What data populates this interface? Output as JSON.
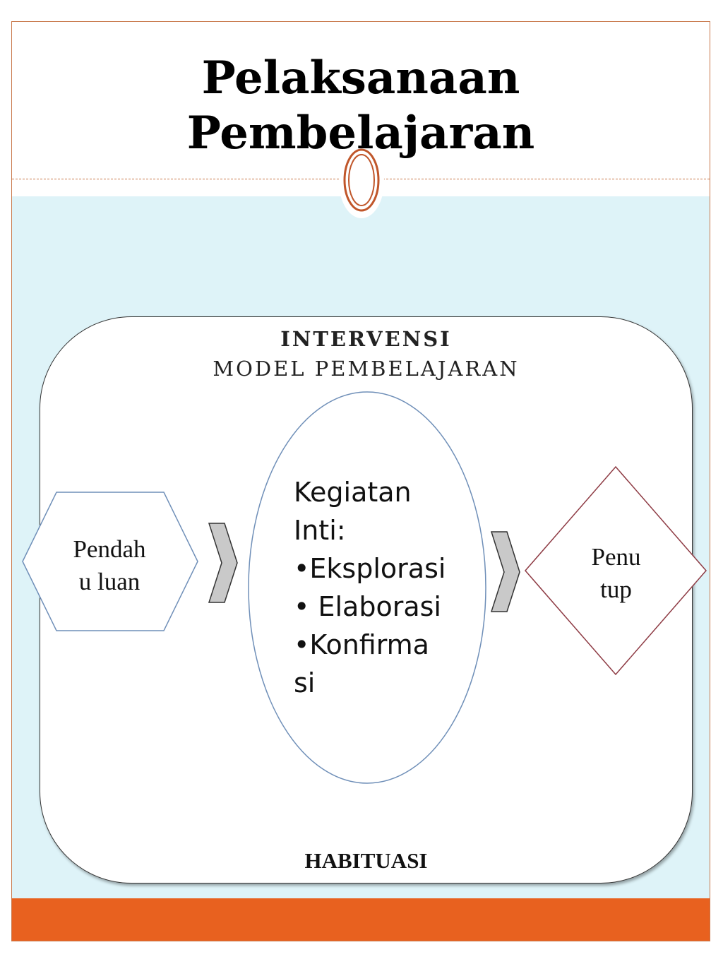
{
  "slide": {
    "title_lines": [
      "Pelaksanaan",
      "Pembelajaran"
    ],
    "colors": {
      "frame_border": "#c8774a",
      "light_band": "#def3f8",
      "bottom_band": "#e8611f",
      "ornament": "#c0562a"
    }
  },
  "diagram": {
    "heading_bold": "INTERVENSI",
    "heading_sub": "MODEL PEMBELAJARAN",
    "footer": "HABITUASI",
    "start_shape": {
      "lines": [
        "Pendah",
        "u luan"
      ]
    },
    "core_shape": {
      "lines": [
        "Kegiatan",
        "Inti:",
        "•Eksplorasi",
        "• Elaborasi",
        "•Konfirma",
        "si"
      ]
    },
    "end_shape": {
      "lines": [
        "Penu",
        "tup"
      ]
    }
  }
}
